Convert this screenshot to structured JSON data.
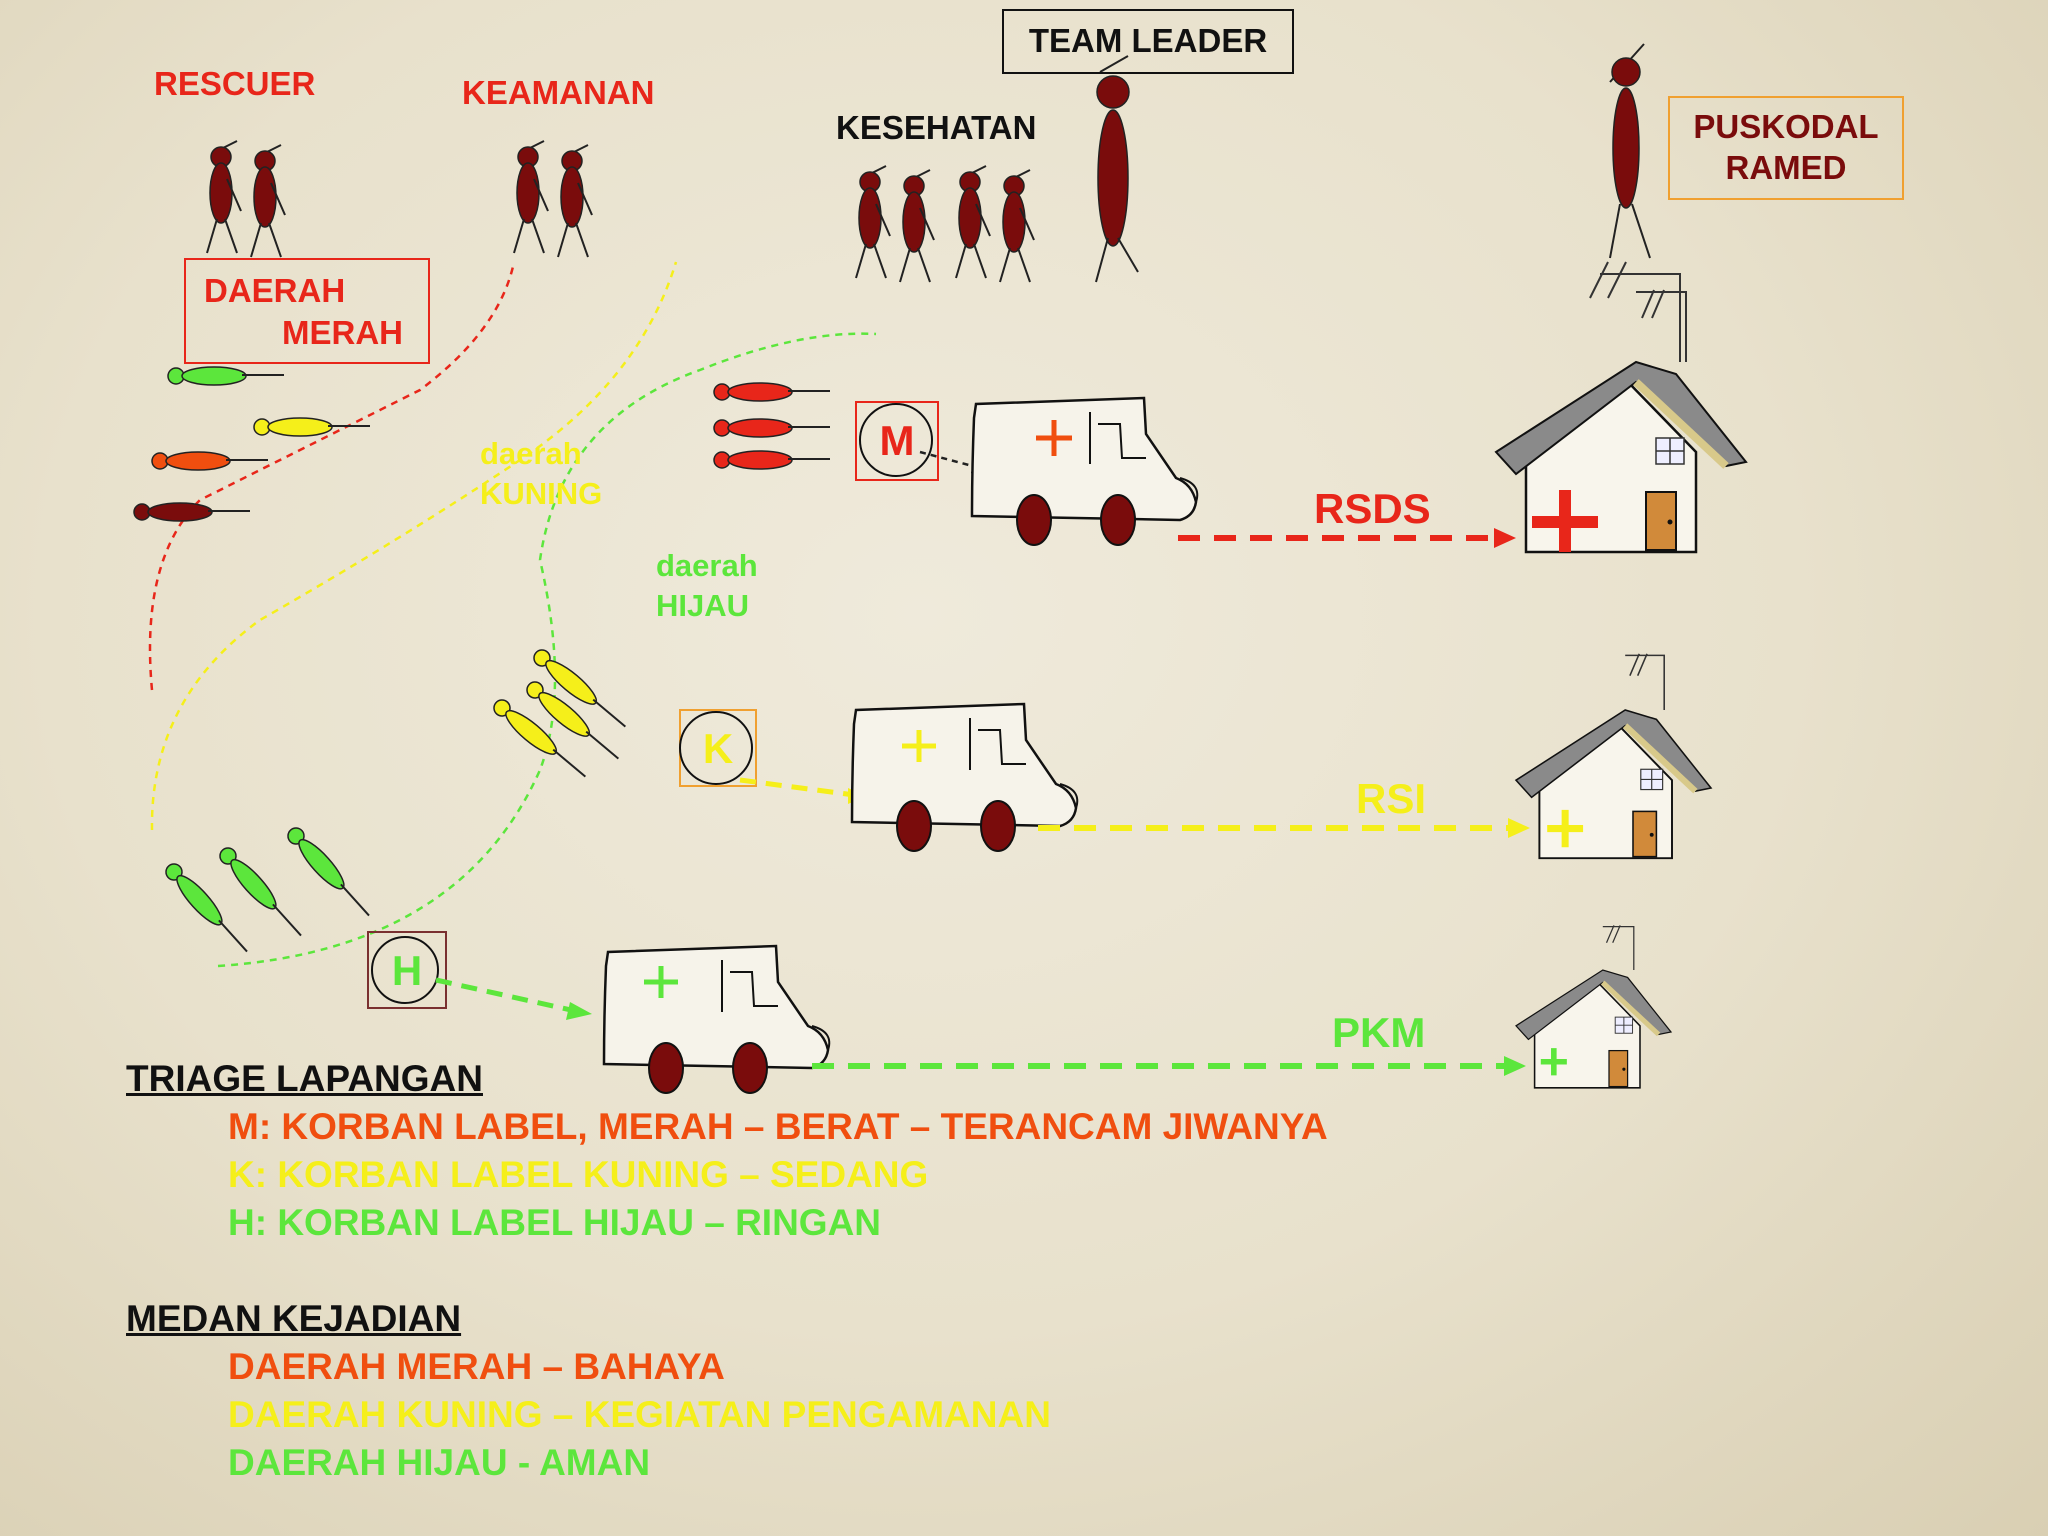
{
  "roles": {
    "rescuer": "RESCUER",
    "keamanan": "KEAMANAN",
    "kesehatan": "KESEHATAN",
    "team_leader": "TEAM LEADER",
    "puskodal_line1": "PUSKODAL",
    "puskodal_line2": "RAMED"
  },
  "zones": {
    "merah_line1": "DAERAH",
    "merah_line2": "MERAH",
    "kuning_line1": "daerah",
    "kuning_line2": "KUNING",
    "hijau_line1": "daerah",
    "hijau_line2": "HIJAU"
  },
  "tags": {
    "m": "M",
    "k": "K",
    "h": "H"
  },
  "destinations": {
    "rsds": "RSDS",
    "rsi": "RSI",
    "pkm": "PKM"
  },
  "legend": {
    "triage_title": "TRIAGE LAPANGAN",
    "triage_m": "M: KORBAN LABEL, MERAH – BERAT – TERANCAM JIWANYA",
    "triage_k": "K: KORBAN LABEL KUNING – SEDANG",
    "triage_h": "H: KORBAN LABEL HIJAU – RINGAN",
    "medan_title": "MEDAN KEJADIAN",
    "medan_merah": "DAERAH MERAH – BAHAYA",
    "medan_kuning": "DAERAH KUNING – KEGIATAN PENGAMANAN",
    "medan_hijau": "DAERAH HIJAU - AMAN"
  },
  "colors": {
    "red": "#e8261a",
    "orange_red": "#f04e0f",
    "yellow": "#f5ef1a",
    "green": "#5ce63c",
    "dark_red": "#7a0c0c",
    "orange_box": "#f0a030"
  }
}
